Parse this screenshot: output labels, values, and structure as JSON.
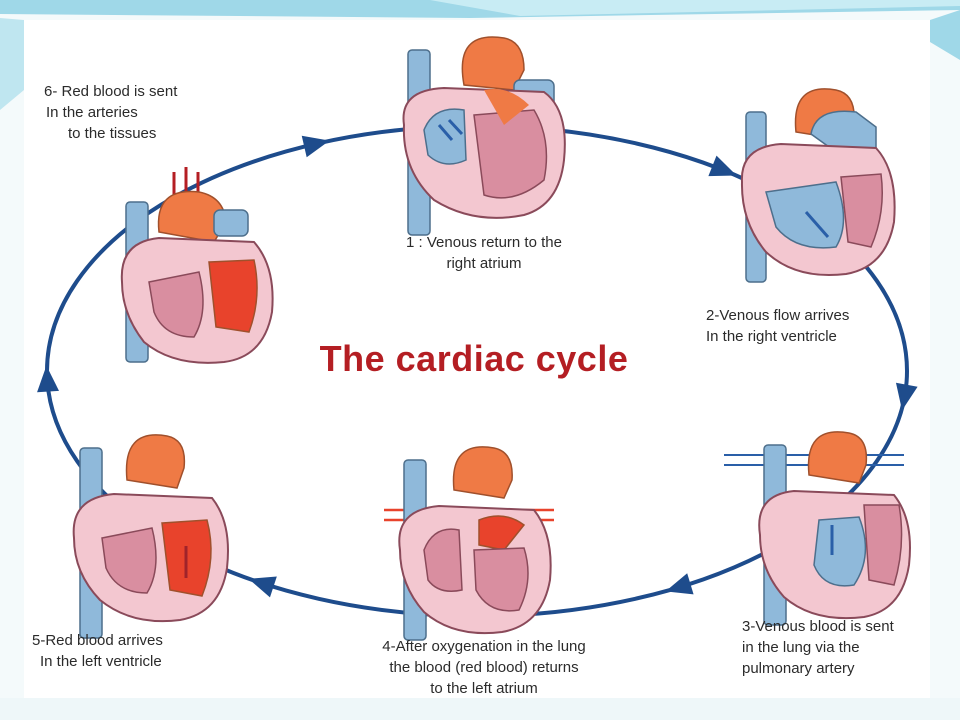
{
  "diagram": {
    "title": "The cardiac cycle",
    "steps": [
      {
        "id": 1,
        "lines": [
          "1 : Venous return to the",
          "right atrium"
        ]
      },
      {
        "id": 2,
        "lines": [
          "2-Venous flow arrives",
          "In the right ventricle"
        ]
      },
      {
        "id": 3,
        "lines": [
          "3-Venous blood is sent",
          "in the lung via the",
          "pulmonary artery"
        ]
      },
      {
        "id": 4,
        "lines": [
          "4-After oxygenation in the lung",
          "the blood (red blood) returns",
          "to the left atrium"
        ]
      },
      {
        "id": 5,
        "lines": [
          "5-Red blood arrives",
          "In the left ventricle"
        ]
      },
      {
        "id": 6,
        "lines": [
          "6- Red blood is sent",
          "In the arteries",
          "to the tissues"
        ]
      }
    ]
  },
  "colors": {
    "cycle_line": "#1e4c8c",
    "title": "#b41e23",
    "vessel_blue": "#8fb9da",
    "aorta_orange": "#ef7a45",
    "myocardium_pink": "#f3c7d0",
    "muscle_pink": "#d98ea0",
    "oxygenated_red": "#e8432c",
    "venous_blue": "#2a5fa8",
    "slide_accent": "#9fd8e8"
  }
}
